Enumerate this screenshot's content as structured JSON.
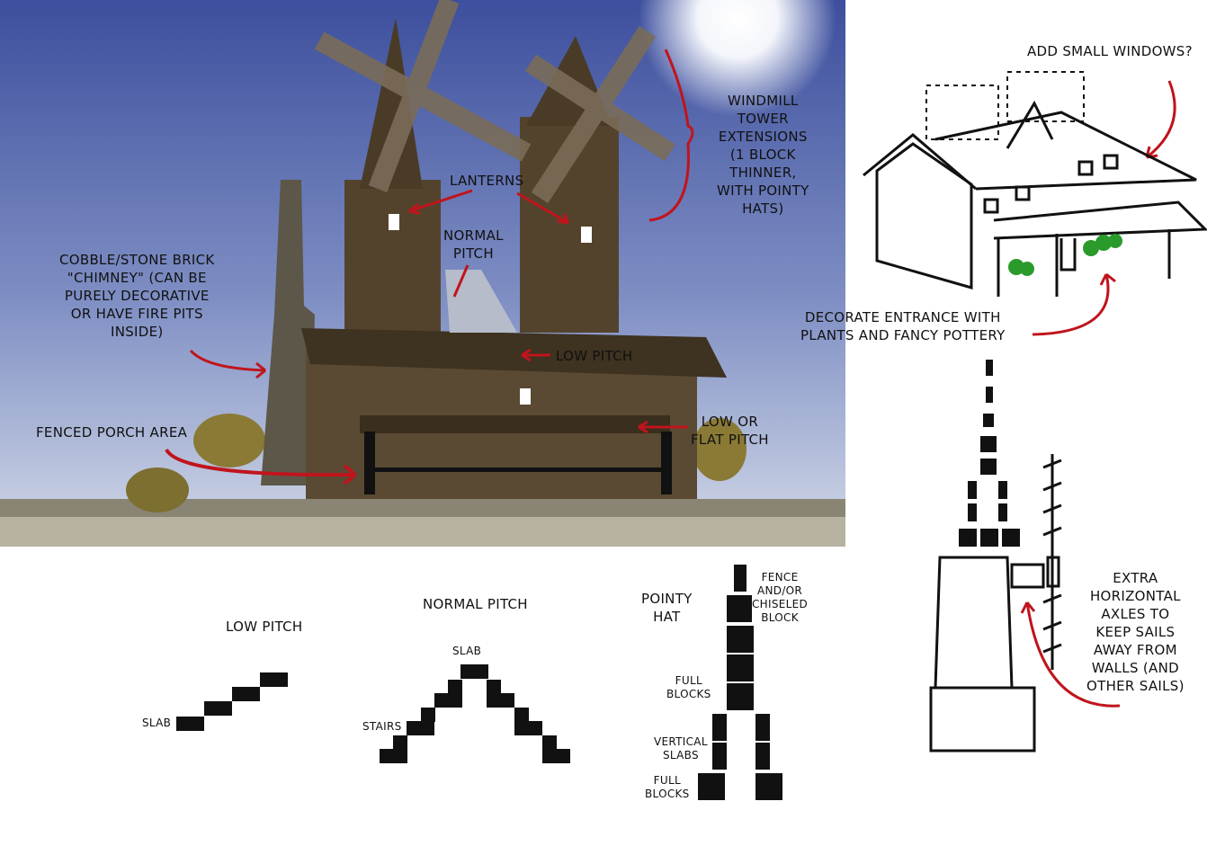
{
  "photo_annotations": {
    "lanterns": "LANTERNS",
    "normal_pitch": "NORMAL\nPITCH",
    "low_pitch": "LOW PITCH",
    "low_or_flat_pitch": "LOW OR\nFLAT PITCH",
    "chimney": "COBBLE/STONE BRICK\n\"CHIMNEY\" (CAN BE\nPURELY DECORATIVE\nOR HAVE FIRE PITS\nINSIDE)",
    "fenced_porch": "FENCED PORCH AREA",
    "windmill_extensions": "WINDMILL\nTOWER\nEXTENSIONS\n(1 BLOCK\nTHINNER,\nWITH POINTY\nHATS)"
  },
  "sketch_annotations": {
    "small_windows": "ADD SMALL WINDOWS?",
    "entrance": "DECORATE ENTRANCE WITH\nPLANTS AND FANCY POTTERY",
    "axles": "EXTRA\nHORIZONTAL\nAXLES TO\nKEEP SAILS\nAWAY FROM\nWALLS (AND\nOTHER SAILS)"
  },
  "diagrams": {
    "low_pitch": {
      "title": "LOW PITCH",
      "slab": "SLAB"
    },
    "normal_pitch": {
      "title": "NORMAL PITCH",
      "slab": "SLAB",
      "stairs": "STAIRS"
    },
    "pointy_hat": {
      "title": "POINTY\nHAT",
      "fence": "FENCE\nAND/OR\nCHISELED\nBLOCK",
      "full_blocks_top": "FULL\nBLOCKS",
      "vertical_slabs": "VERTICAL\nSLABS",
      "full_blocks_bottom": "FULL\nBLOCKS"
    }
  },
  "colors": {
    "arrow": "#c0141c",
    "plant": "#2a9a2a",
    "sky_top": "#3b4f9c",
    "sky_bottom": "#c9d3e6"
  }
}
